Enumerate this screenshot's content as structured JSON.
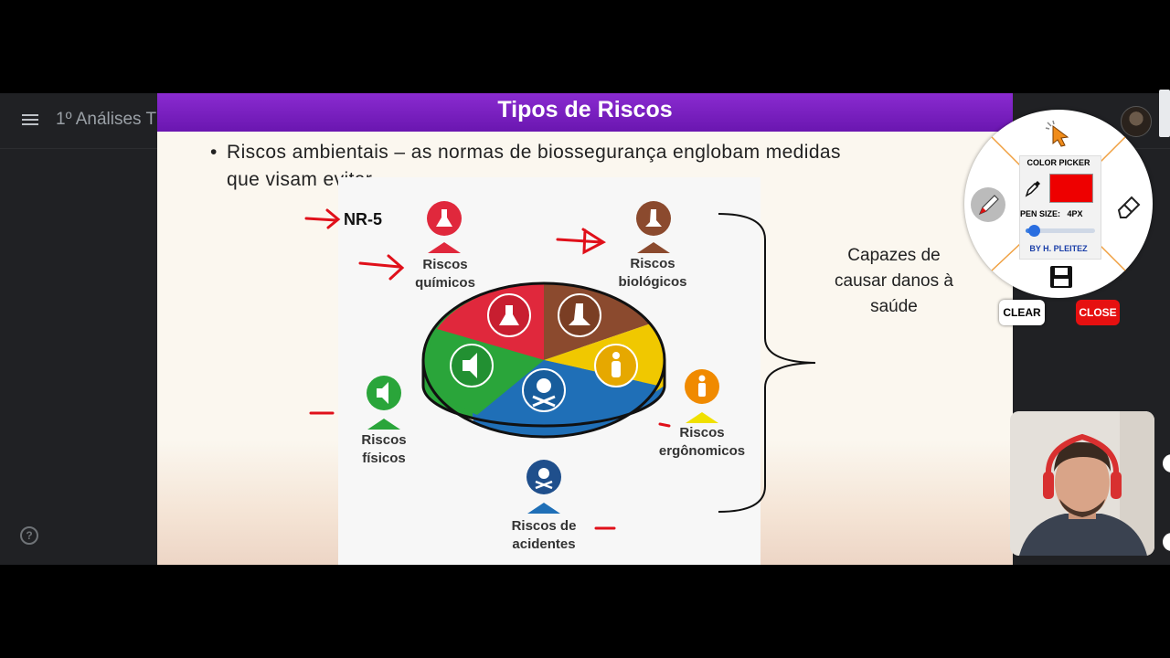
{
  "meet": {
    "title": "1º Análises T"
  },
  "slide": {
    "title": "Tipos de Riscos",
    "bullet_dot": "•",
    "bullet_line1": "Riscos ambientais – as normas de biossegurança englobam medidas",
    "bullet_line2": "que visam evitar",
    "nr5": "NR-5",
    "labels": {
      "quimicos1": "Riscos",
      "quimicos2": "químicos",
      "biologicos1": "Riscos",
      "biologicos2": "biológicos",
      "fisicos1": "Riscos",
      "fisicos2": "físicos",
      "ergonomicos1": "Riscos",
      "ergonomicos2": "ergônomicos",
      "acidentes1": "Riscos de",
      "acidentes2": "acidentes"
    },
    "capazes_line1": "Capazes de",
    "capazes_line2": "causar danos à",
    "capazes_line3": "saúde",
    "colors": {
      "quimicos": "#e0283c",
      "biologicos": "#8b4a2e",
      "fisicos": "#2aa53a",
      "ergonomicos": "#f0c800",
      "acidentes": "#1f6fb7",
      "header": "#7a22c4",
      "annotation": "#e0101a"
    }
  },
  "picker": {
    "title": "COLOR PICKER",
    "selected_color": "#ee0000",
    "pen_size_label": "PEN SIZE:",
    "pen_size_value": "4PX",
    "pen_size_level": 0.1,
    "byline": "BY H. PLEITEZ",
    "clear_label": "CLEAR",
    "close_label": "CLOSE",
    "icons": [
      "cursor-icon",
      "pen-icon",
      "eyedropper-icon",
      "eraser-icon",
      "save-icon"
    ]
  }
}
